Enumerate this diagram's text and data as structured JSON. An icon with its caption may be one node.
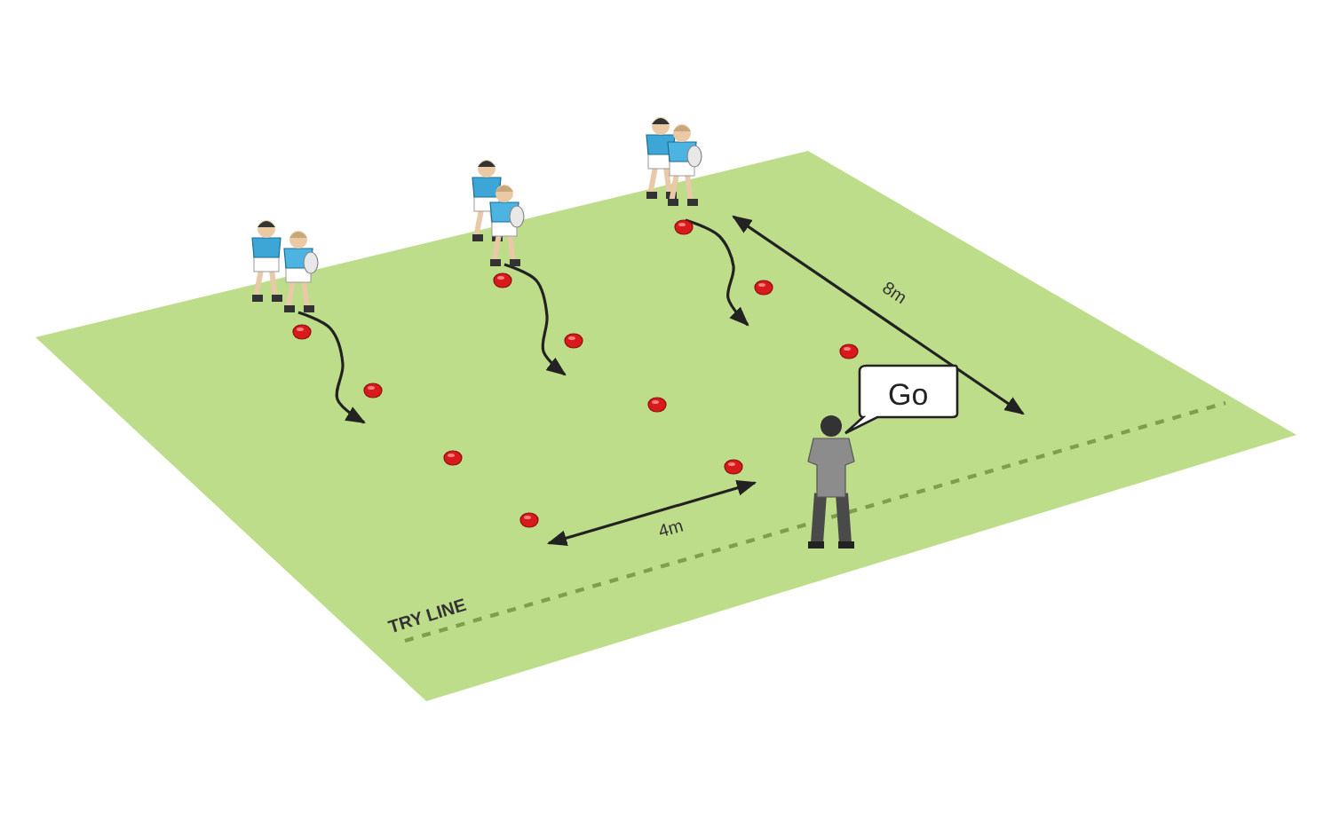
{
  "diagram": {
    "nodes": [
      {
        "text": [
          "Go"
        ]
      }
    ],
    "edges": [],
    "labels": [
      "8m",
      "4m",
      "TRY LINE"
    ]
  }
}
